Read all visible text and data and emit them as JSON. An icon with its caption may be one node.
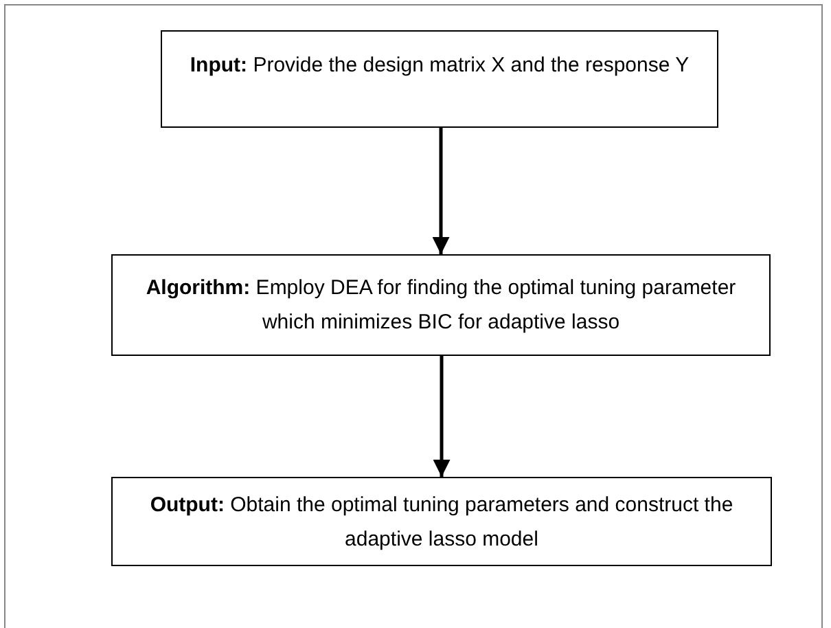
{
  "diagram": {
    "nodes": [
      {
        "text": [
          "**Input:** Provide the design matrix X and the response Y"
        ]
      },
      {
        "text": [
          "**Algorithm:** Employ DEA for finding the optimal tuning parameter which minimizes BIC for adaptive lasso"
        ]
      },
      {
        "text": [
          "**Output:** Obtain the optimal tuning parameters and construct the adaptive lasso model"
        ]
      }
    ],
    "edges": [
      {
        "from": 0,
        "to": 1,
        "arrow": "to"
      },
      {
        "from": 1,
        "to": 2,
        "arrow": "to"
      }
    ]
  }
}
